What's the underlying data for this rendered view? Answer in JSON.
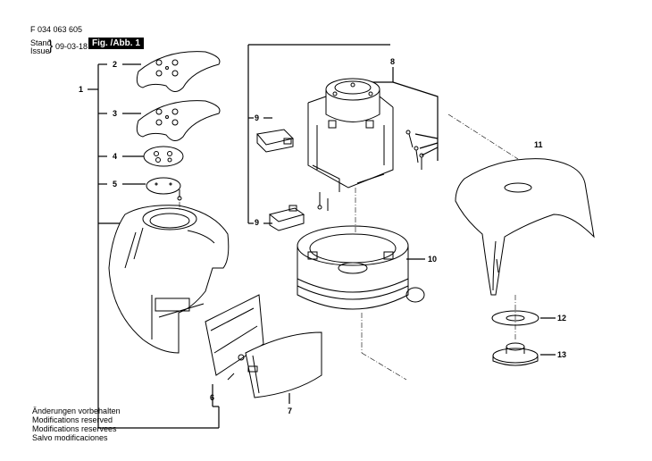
{
  "header": {
    "part_number": "F 034 063 605",
    "stand_label": "Stand",
    "issue_label": "Issue",
    "date": "09-03-18",
    "figure_label": "Fig. /Abb. 1"
  },
  "footer": {
    "lines": [
      "Änderungen vorbehalten",
      "Modifications reserved",
      "Modifications reservees",
      "Salvo modificaciones"
    ]
  },
  "callouts": [
    "1",
    "2",
    "3",
    "4",
    "5",
    "6",
    "7",
    "8",
    "9",
    "9",
    "10",
    "11",
    "12",
    "13"
  ]
}
